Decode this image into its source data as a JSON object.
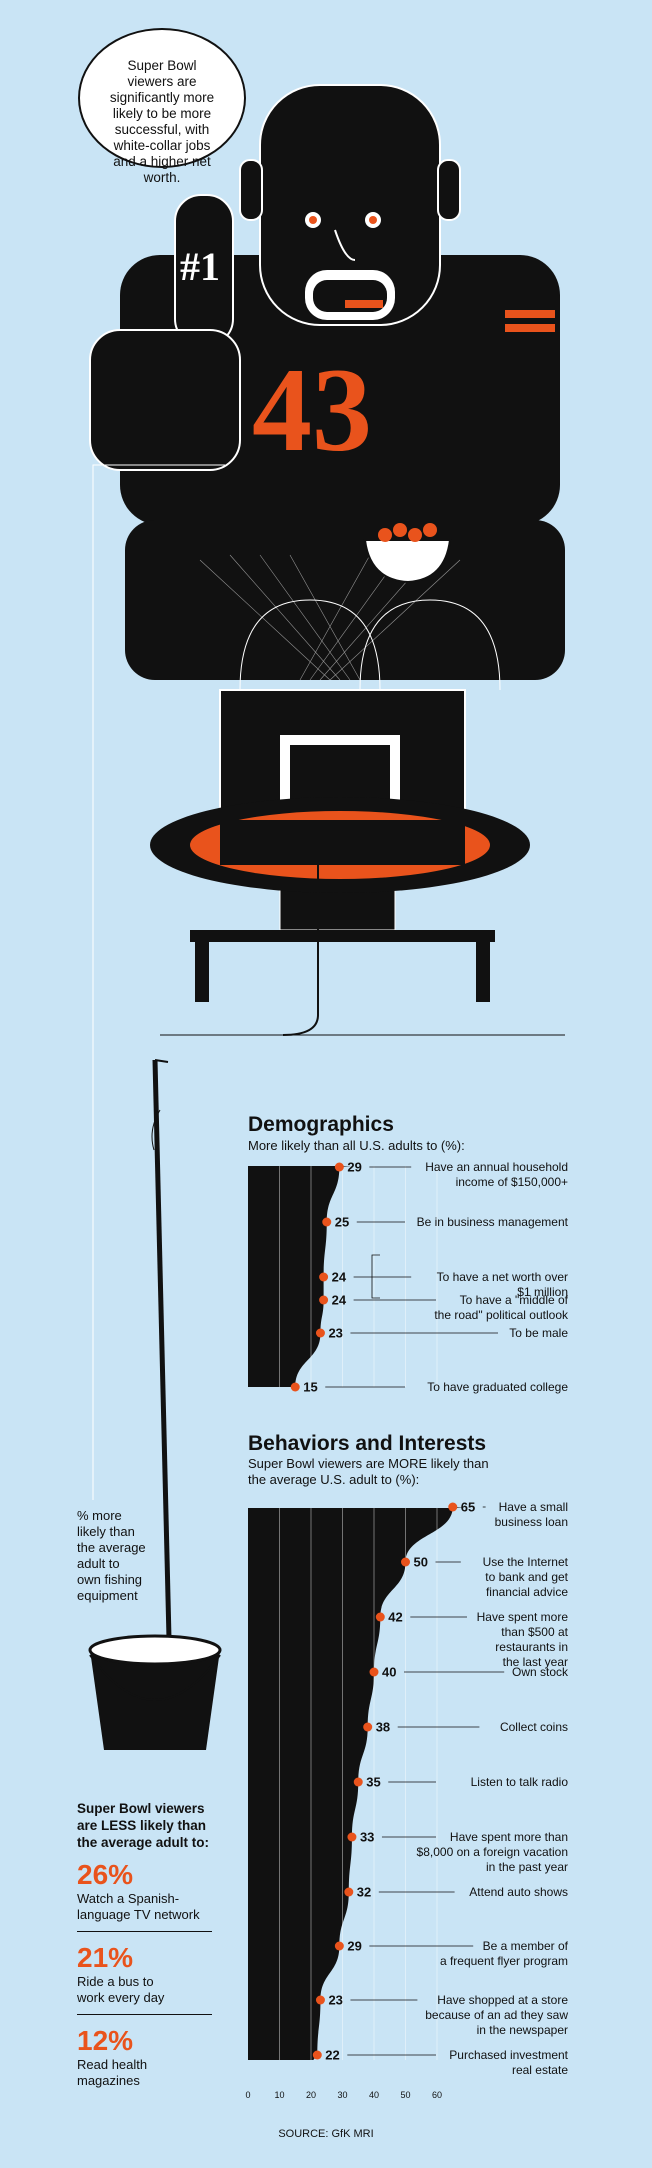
{
  "intro_bubble": {
    "lines": [
      "Super Bowl",
      "viewers are",
      "significantly more",
      "likely to be more",
      "successful, with",
      "white-collar jobs",
      "and a higher net",
      "worth."
    ]
  },
  "jersey_number": "43",
  "foam_finger_text": "#1",
  "fishing_note": {
    "lines": [
      "% more",
      "likely than",
      "the average",
      "adult to",
      "own fishing",
      "equipment"
    ]
  },
  "less_likely": {
    "heading_lines": [
      "Super Bowl viewers",
      "are LESS likely than",
      "the average adult to:"
    ],
    "items": [
      {
        "value": "26%",
        "lines": [
          "Watch a Spanish-",
          "language TV network"
        ]
      },
      {
        "value": "21%",
        "lines": [
          "Ride a bus to",
          "work every day"
        ]
      },
      {
        "value": "12%",
        "lines": [
          "Read health",
          "magazines"
        ]
      }
    ]
  },
  "colors": {
    "accent": "#e9531c",
    "background": "#c9e4f5",
    "ink": "#111111"
  },
  "chart_data": [
    {
      "type": "area",
      "title": "Demographics",
      "subtitle": "More likely than all U.S. adults to (%):",
      "points": [
        {
          "value": 29,
          "label_lines": [
            "Have an annual household",
            "income of $150,000+"
          ]
        },
        {
          "value": 25,
          "label_lines": [
            "Be in business management"
          ]
        },
        {
          "value": 24,
          "label_lines": [
            "To have a net worth over",
            "$1 million"
          ]
        },
        {
          "value": 24,
          "label_lines": [
            "To have a \"middle of",
            "the road\" political outlook"
          ]
        },
        {
          "value": 23,
          "label_lines": [
            "To be male"
          ]
        },
        {
          "value": 15,
          "label_lines": [
            "To have graduated college"
          ]
        }
      ]
    },
    {
      "type": "area",
      "title": "Behaviors and Interests",
      "subtitle_lines": [
        "Super Bowl viewers are MORE likely than",
        "the average U.S. adult to (%):"
      ],
      "xlim": [
        0,
        70
      ],
      "x_ticks": [
        "0",
        "10",
        "20",
        "30",
        "40",
        "50",
        "60"
      ],
      "points": [
        {
          "value": 65,
          "label_lines": [
            "Have a small",
            "business loan"
          ]
        },
        {
          "value": 50,
          "label_lines": [
            "Use the Internet",
            "to bank and get",
            "financial advice"
          ]
        },
        {
          "value": 42,
          "label_lines": [
            "Have spent more",
            "than $500 at",
            "restaurants in",
            "the last year"
          ]
        },
        {
          "value": 40,
          "label_lines": [
            "Own stock"
          ]
        },
        {
          "value": 38,
          "label_lines": [
            "Collect coins"
          ]
        },
        {
          "value": 35,
          "label_lines": [
            "Listen to talk radio"
          ]
        },
        {
          "value": 33,
          "label_lines": [
            "Have spent more than",
            "$8,000 on a foreign vacation",
            "in the past year"
          ]
        },
        {
          "value": 32,
          "label_lines": [
            "Attend auto shows"
          ]
        },
        {
          "value": 29,
          "label_lines": [
            "Be a member of",
            "a frequent flyer program"
          ]
        },
        {
          "value": 23,
          "label_lines": [
            "Have shopped at a store",
            "because of an ad they saw",
            "in the newspaper"
          ]
        },
        {
          "value": 22,
          "label_lines": [
            "Purchased investment",
            "real estate"
          ]
        }
      ]
    }
  ],
  "source": "SOURCE: GfK MRI"
}
